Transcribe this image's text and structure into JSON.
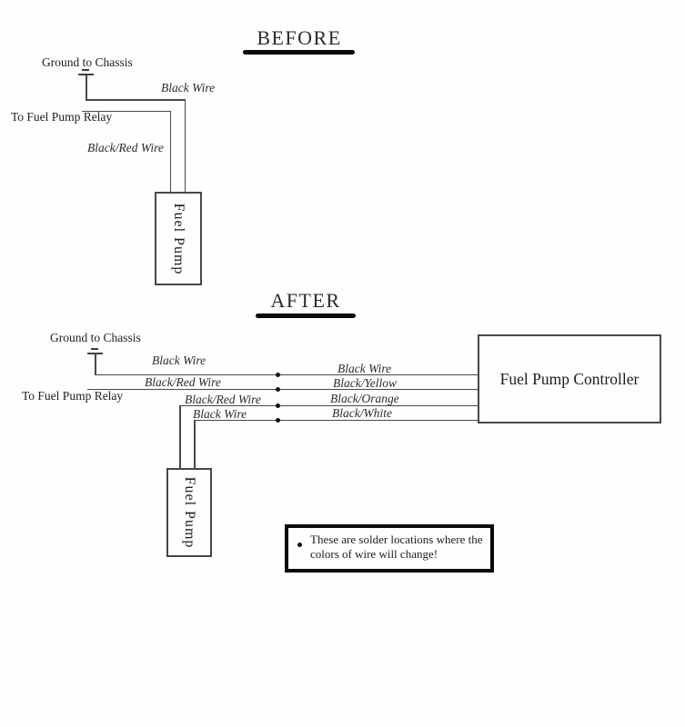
{
  "before": {
    "title": "BEFORE",
    "ground_label": "Ground to Chassis",
    "black_wire_label": "Black Wire",
    "relay_label": "To Fuel Pump Relay",
    "black_red_wire_label": "Black/Red Wire",
    "fuel_pump_label": "Fuel Pump"
  },
  "after": {
    "title": "AFTER",
    "ground_label": "Ground to Chassis",
    "relay_label": "To Fuel Pump Relay",
    "controller_label": "Fuel Pump Controller",
    "fuel_pump_label": "Fuel Pump",
    "wires": [
      {
        "left_label": "Black Wire",
        "right_label": "Black Wire"
      },
      {
        "left_label": "Black/Red Wire",
        "right_label": "Black/Yellow"
      },
      {
        "left_label": "Black/Red Wire",
        "right_label": "Black/Orange"
      },
      {
        "left_label": "Black Wire",
        "right_label": "Black/White"
      }
    ]
  },
  "legend": {
    "text": "These are solder locations where the colors of wire will change!"
  },
  "icons": {
    "ground_icon": "two-bar-chassis-ground",
    "solder_dot_icon": "filled-circle"
  },
  "colors": {
    "background": "#fefefe",
    "wire": "#484848",
    "text": "#1f1f1f",
    "title_underline": "#0a0a0a",
    "legend_border": "#0a0a0a"
  }
}
